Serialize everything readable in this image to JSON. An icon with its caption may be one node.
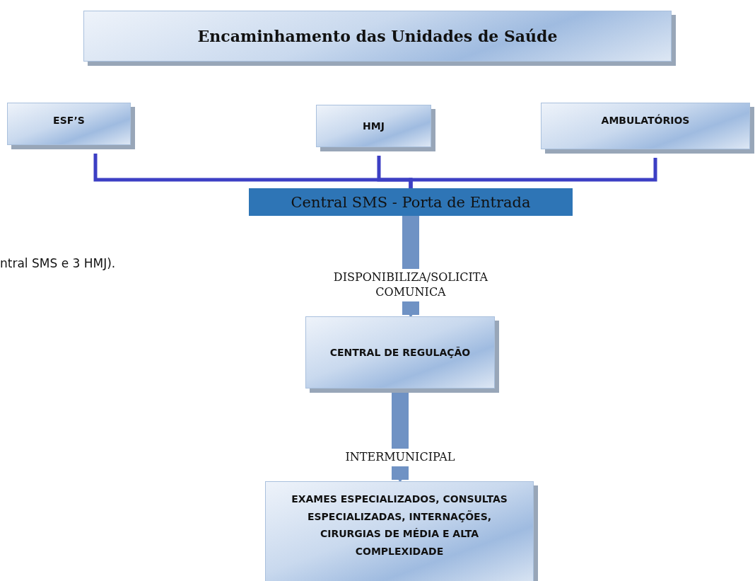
{
  "diagram": {
    "nodes": [
      {
        "text": [
          "Encaminhamento das Unidades de Saúde"
        ]
      },
      {
        "text": [
          "ESF’S"
        ]
      },
      {
        "text": [
          "HMJ"
        ]
      },
      {
        "text": [
          "AMBULATÓRIOS"
        ]
      },
      {
        "text": [
          "Central SMS - Porta de Entrada"
        ]
      },
      {
        "text": [
          "CENTRAL DE REGULAÇÃO"
        ]
      },
      {
        "text": [
          "EXAMES ESPECIALIZADOS, CONSULTAS ESPECIALIZADAS, INTERNAÇÕES, CIRURGIAS DE MÉDIA E ALTA COMPLEXIDADE"
        ]
      }
    ],
    "edges": [
      {
        "from": 1,
        "to": 4,
        "arrow": "none",
        "color": "#3c3fc4"
      },
      {
        "from": 2,
        "to": 4,
        "arrow": "none",
        "color": "#3c3fc4"
      },
      {
        "from": 3,
        "to": 4,
        "arrow": "none",
        "color": "#3c3fc4"
      },
      {
        "from": 4,
        "to": 5,
        "arrow": "to",
        "label": "DISPONIBILIZA/SOLICITA COMUNICA",
        "style": "thick"
      },
      {
        "from": 5,
        "to": 6,
        "arrow": "to",
        "label": "INTERMUNICIPAL",
        "style": "thick"
      }
    ],
    "labels": [
      "ntral SMS e 3 HMJ)."
    ]
  }
}
